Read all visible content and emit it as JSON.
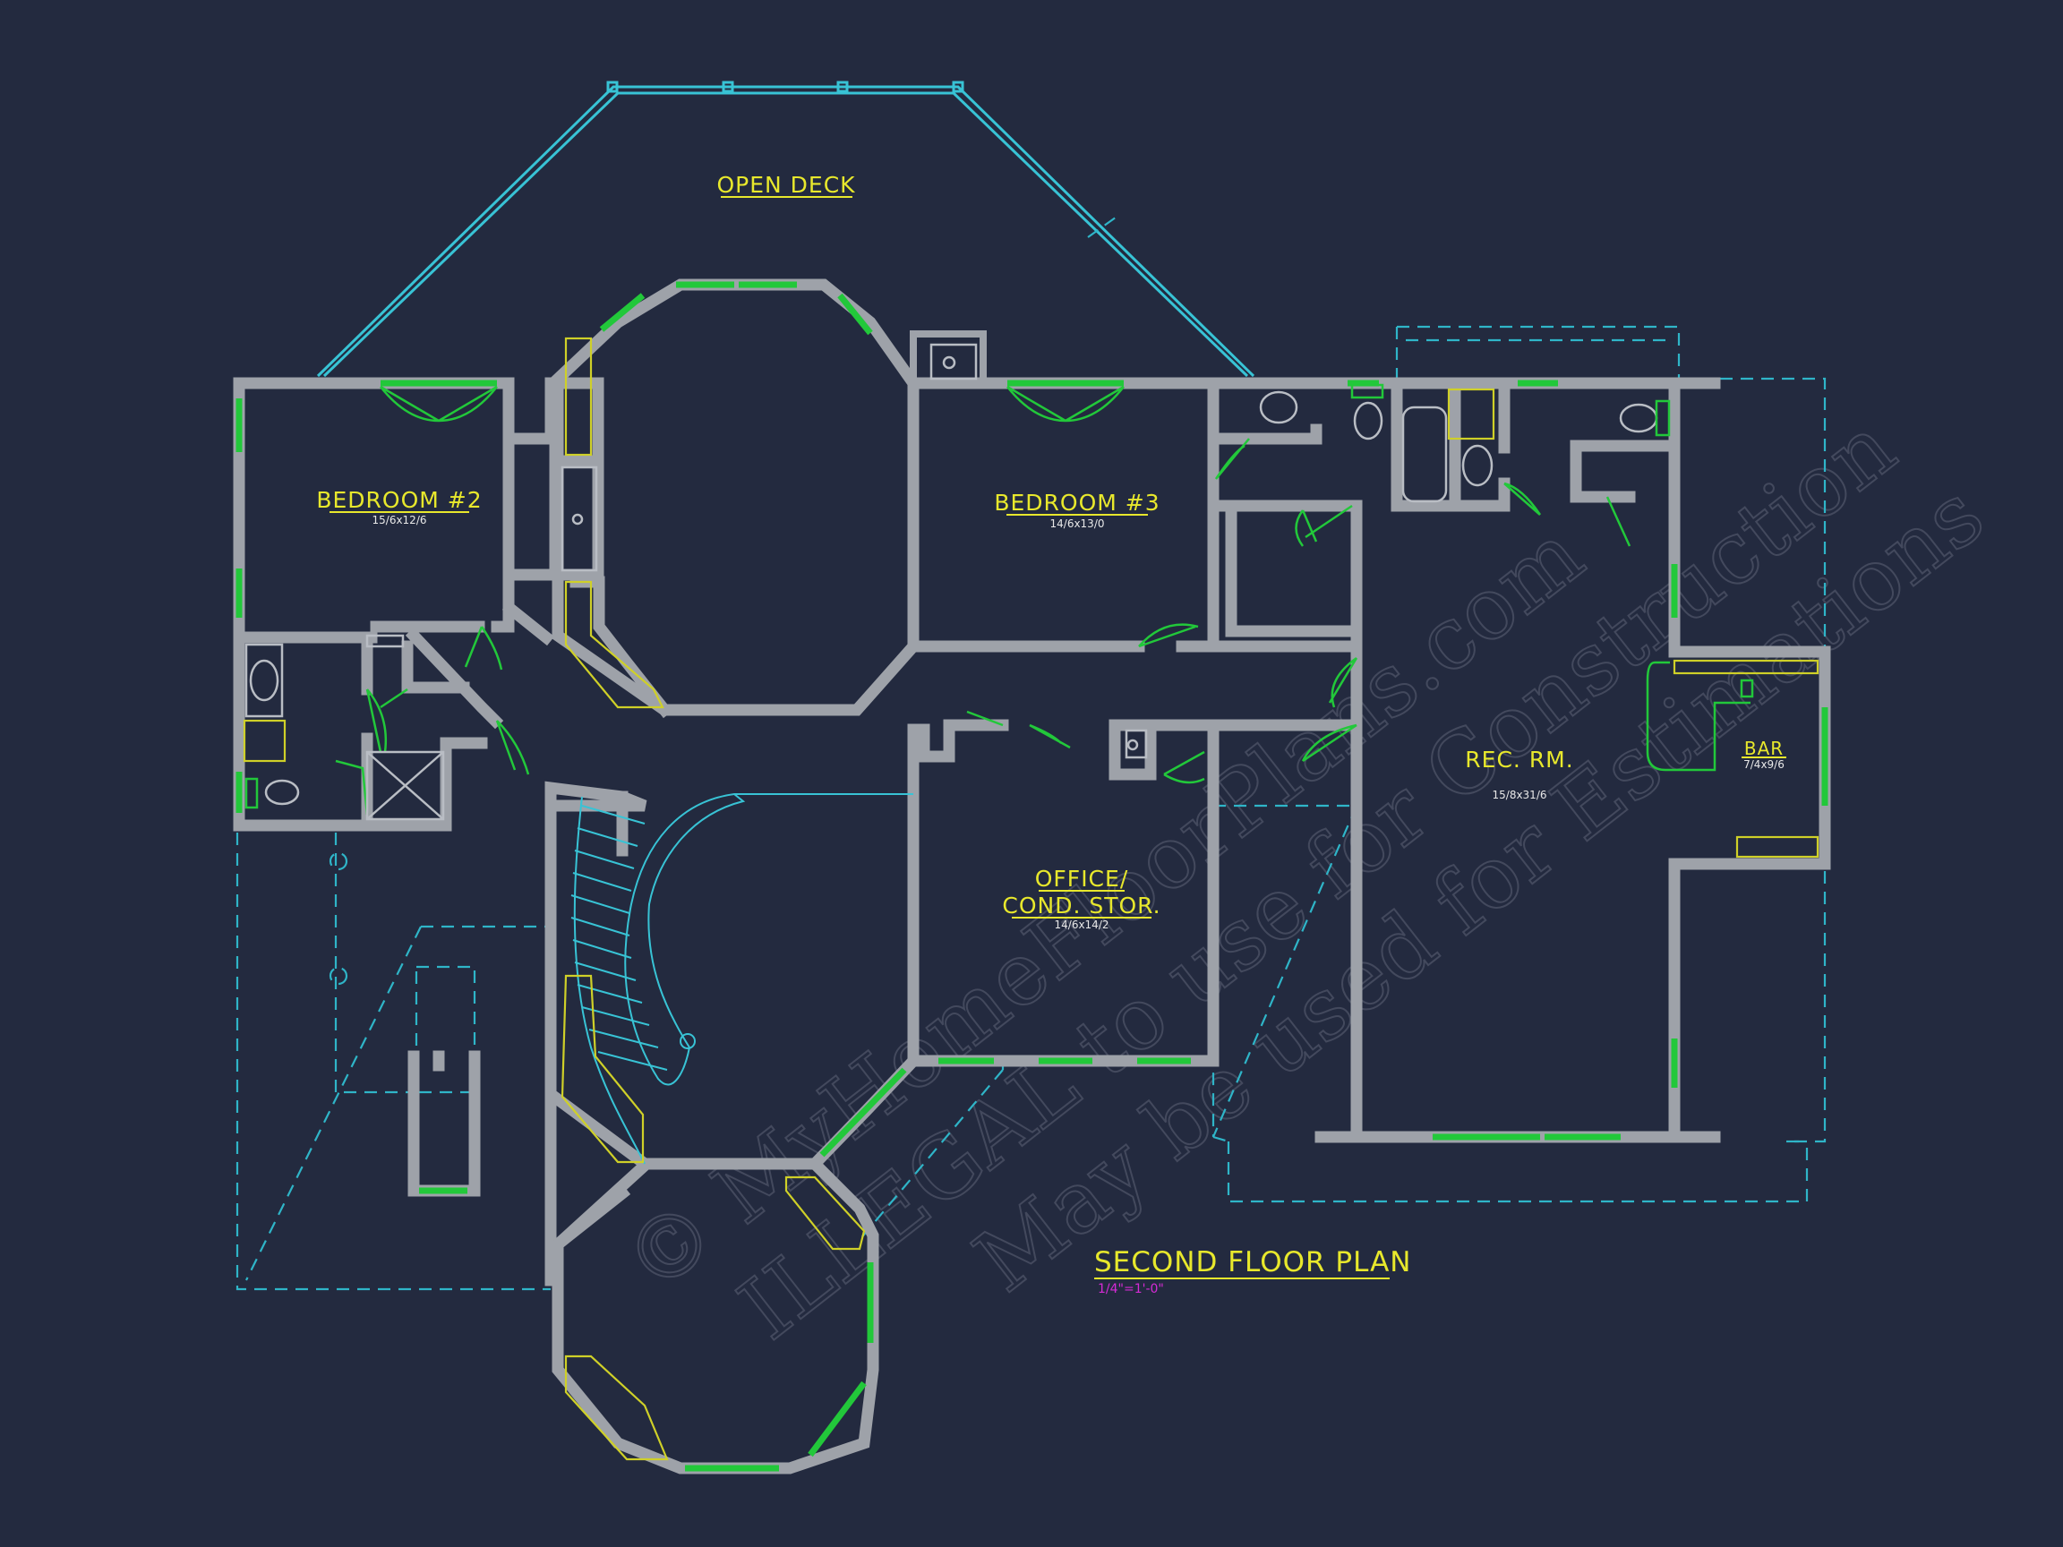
{
  "plan_title": "SECOND FLOOR PLAN",
  "scale": "1/4\"=1'-0\"",
  "rooms": {
    "open_deck": {
      "name": "OPEN DECK"
    },
    "bedroom_2": {
      "name": "BEDROOM #2",
      "size": "15/6x12/6"
    },
    "bedroom_3": {
      "name": "BEDROOM #3",
      "size": "14/6x13/0"
    },
    "office_line1": "OFFICE/",
    "office_line2": "COND. STOR.",
    "office_size": "14/6x14/2",
    "rec_room": {
      "name": "REC. RM.",
      "size": "15/8x31/6"
    },
    "bar": {
      "name": "BAR",
      "size": "7/4x9/6"
    }
  },
  "watermark": {
    "line1": "© MyHomeFloorPlans.com",
    "line2": "ILLEGAL to use for Construction",
    "line3": "May be used for Estimations"
  },
  "colors": {
    "background": "#232a3f",
    "walls": "#9ea2a9",
    "windows": "#22c83a",
    "deck_rail": "#38c3d5",
    "labels": "#e8e82c",
    "scale_text": "#d62ad6"
  }
}
